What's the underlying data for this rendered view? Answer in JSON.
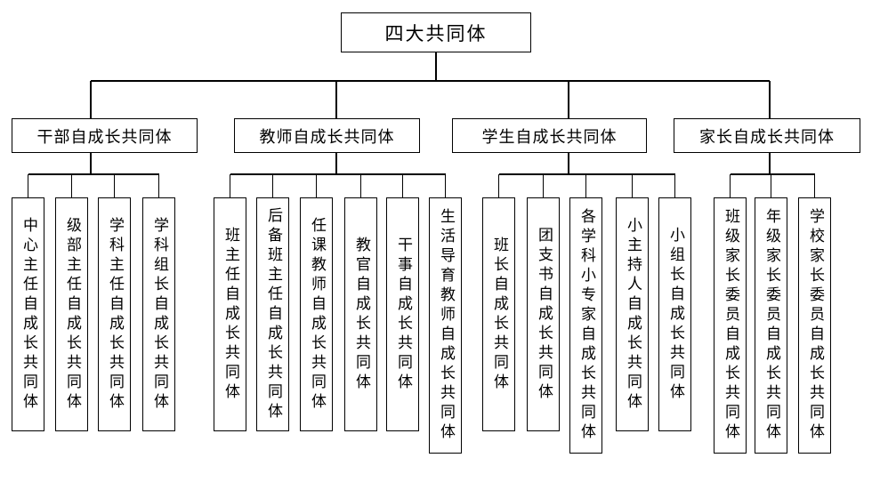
{
  "root": {
    "label": "四大共同体"
  },
  "groups": [
    {
      "label": "干部自成长共同体",
      "children": [
        "中心主任自成长共同体",
        "级部主任自成长共同体",
        "学科主任自成长共同体",
        "学科组长自成长共同体"
      ]
    },
    {
      "label": "教师自成长共同体",
      "children": [
        "班主任自成长共同体",
        "后备班主任自成长共同体",
        "任课教师自成长共同体",
        "教官自成长共同体",
        "干事自成长共同体",
        "生活导育教师自成长共同体"
      ]
    },
    {
      "label": "学生自成长共同体",
      "children": [
        "班长自成长共同体",
        "团支书自成长共同体",
        "各学科小专家自成长共同体",
        "小主持人自成长共同体",
        "小组长自成长共同体"
      ]
    },
    {
      "label": "家长自成长共同体",
      "children": [
        "班级家长委员自成长共同体",
        "年级家长委员自成长共同体",
        "学校家长委员自成长共同体"
      ]
    }
  ],
  "colors": {
    "background": "#ffffff",
    "line": "#000000",
    "text": "#000000"
  }
}
